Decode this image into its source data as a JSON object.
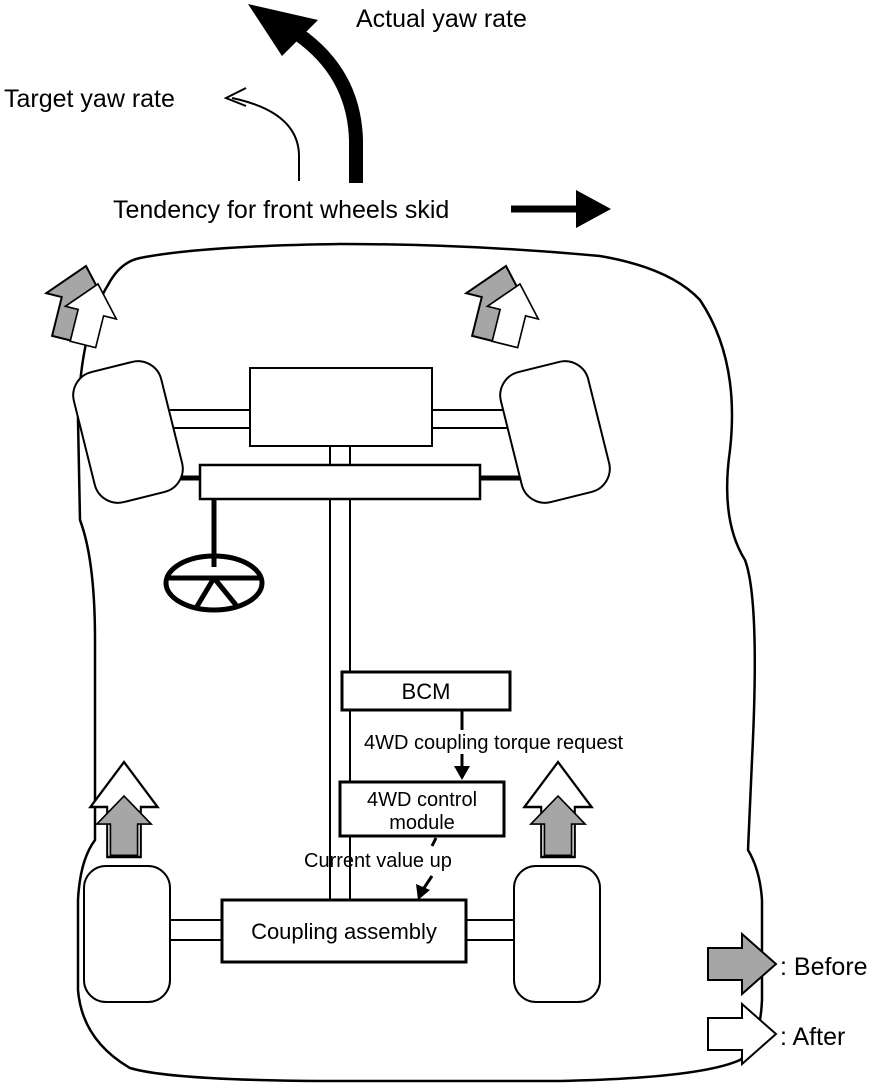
{
  "labels": {
    "actual_yaw_rate": "Actual yaw rate",
    "target_yaw_rate": "Target yaw rate",
    "front_wheels_skid": "Tendency for front wheels skid",
    "bcm": "BCM",
    "torque_request": "4WD coupling torque request",
    "control_module_line1": "4WD control",
    "control_module_line2": "module",
    "current_value_up": "Current value up",
    "coupling_assembly": "Coupling assembly"
  },
  "legend": {
    "before": ": Before",
    "after": ": After"
  },
  "colors": {
    "before_fill": "#a6a6a6",
    "after_fill": "#ffffff",
    "stroke": "#000000"
  }
}
